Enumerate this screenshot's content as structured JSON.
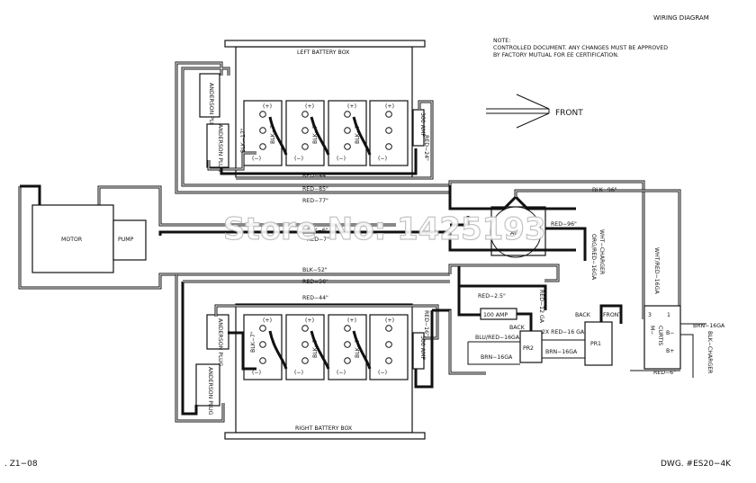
{
  "title": "WIRING DIAGRAM",
  "note": [
    "NOTE:",
    "CONTROLLED DOCUMENT. ANY CHANGES MUST BE APPROVED",
    "BY FACTORY MUTUAL FOR EE CERTIFICATION."
  ],
  "front": "FRONT",
  "left_box": "LEFT BATTERY BOX",
  "right_box": "RIGHT BATTERY BOX",
  "anderson": "ANDERSON PLUG",
  "motor": "MOTOR",
  "pump": "PUMP",
  "aux": "AUX",
  "pr1": "PR1",
  "pr2": "PR2",
  "curtis": "CURTIS",
  "fuse_300": "300 AMP",
  "fuse_100": "100 AMP",
  "pos": "(+)",
  "neg": "(−)",
  "wires": {
    "blk17": "BLK−17\"",
    "blk7": "BLK−7\"",
    "red24": "RED−24\"",
    "red44": "RED−44\"",
    "red85": "RED−85\"",
    "red77": "RED−77\"",
    "blk96": "BLK−96\"",
    "red96": "RED−96\"",
    "blk6": "BLK−6\"",
    "red7": "RED−7\"",
    "blk52": "BLK−52\"",
    "red56": "RED−56\"",
    "red44b": "RED−44\"",
    "red25": "RED−2.5\"",
    "red12": "RED−12 GA",
    "red16": "RED−16\"",
    "blured": "BLU/RED−16GA",
    "brn16a": "BRN−16GA",
    "brn16b": "BRN−16GA",
    "red16ga": "2X RED−16 GA",
    "orgred": "ORG/RED−16GA",
    "whtcharger": "WHT−CHARGER",
    "whtred": "WHT/RED−16GA",
    "blkcharger": "BLK−CHARGER",
    "brn16c": "BRN−16GA",
    "red6": "RED−6\"",
    "back": "BACK",
    "front_label": "FRONT",
    "mminus": "M−",
    "bplus": "B+",
    "bminus": "B−",
    "t1": "1",
    "t3": "3"
  },
  "watermark": "Store No: 1425193",
  "footer_left": ". Z1−08",
  "footer_right": "DWG.  #ES20−4K"
}
